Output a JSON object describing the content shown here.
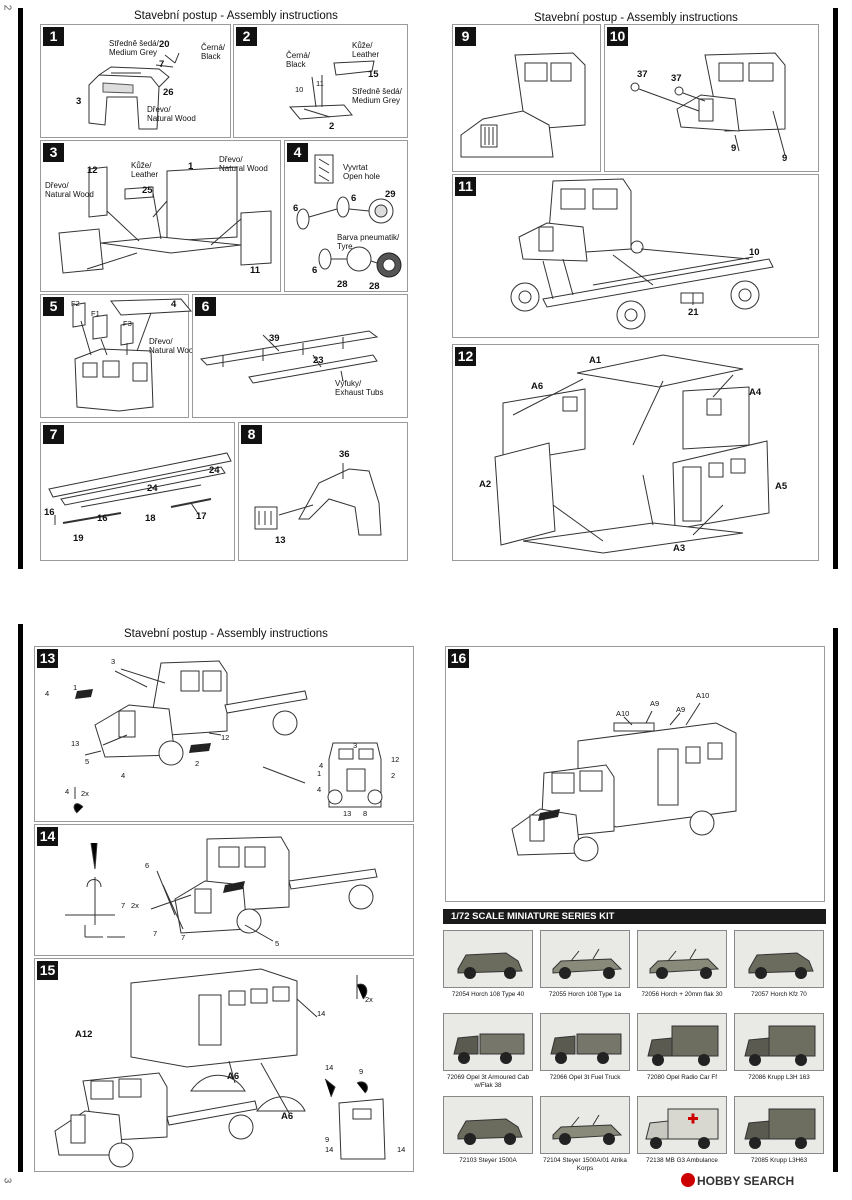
{
  "header": {
    "top_left_title": "Stavební postup - Assembly instructions",
    "top_right_title": "Stavební postup - Assembly instructions",
    "bottom_left_title": "Stavební postup - Assembly instructions"
  },
  "page_numbers": {
    "top": "2",
    "bottom": "3"
  },
  "steps": {
    "s1": {
      "number": "1",
      "labels": {
        "medium_grey": "Středně šedá/\nMedium Grey",
        "black": "Černá/\nBlack",
        "wood": "Dřevo/\nNatural Wood"
      },
      "parts": [
        "20",
        "7",
        "3",
        "26"
      ]
    },
    "s2": {
      "number": "2",
      "labels": {
        "black": "Černá/\nBlack",
        "leather": "Kůže/\nLeather",
        "medium_grey": "Středně šedá/\nMedium Grey"
      },
      "parts": [
        "10",
        "11",
        "15",
        "2"
      ]
    },
    "s3": {
      "number": "3",
      "labels": {
        "leather": "Kůže/\nLeather",
        "wood_left": "Dřevo/\nNatural Wood",
        "wood_right": "Dřevo/\nNatural Wood"
      },
      "parts": [
        "12",
        "25",
        "1",
        "11"
      ]
    },
    "s4": {
      "number": "4",
      "labels": {
        "open_hole": "Vyvrtat\nOpen hole",
        "tyre": "Barva pneumatik/\nTyre"
      },
      "parts": [
        "6",
        "6",
        "29",
        "6",
        "28",
        "28"
      ]
    },
    "s5": {
      "number": "5",
      "labels": {
        "wood": "Dřevo/\nNatural Wood"
      },
      "parts": [
        "F2",
        "F1",
        "F3",
        "4"
      ]
    },
    "s6": {
      "number": "6",
      "labels": {
        "exhaust": "Výfuky/\nExhaust Tubs"
      },
      "parts": [
        "39",
        "23"
      ]
    },
    "s7": {
      "number": "7",
      "parts": [
        "24",
        "24",
        "16",
        "16",
        "18",
        "17",
        "19"
      ]
    },
    "s8": {
      "number": "8",
      "parts": [
        "36",
        "13"
      ]
    },
    "s9": {
      "number": "9"
    },
    "s10": {
      "number": "10",
      "parts": [
        "37",
        "37",
        "9",
        "9"
      ]
    },
    "s11": {
      "number": "11",
      "parts": [
        "10",
        "21"
      ]
    },
    "s12": {
      "number": "12",
      "parts": [
        "A1",
        "A6",
        "A4",
        "A2",
        "A5",
        "A3"
      ]
    },
    "s13": {
      "number": "13",
      "parts": [
        "3",
        "1",
        "4",
        "13",
        "12",
        "2",
        "5",
        "4",
        "4",
        "4",
        "3",
        "1",
        "12",
        "2",
        "4",
        "13",
        "8"
      ],
      "notes": {
        "twice": "2x"
      }
    },
    "s14": {
      "number": "14",
      "parts": [
        "6",
        "7",
        "7",
        "7",
        "5"
      ],
      "notes": {
        "twice": "2x"
      }
    },
    "s15": {
      "number": "15",
      "parts": [
        "A12",
        "A6",
        "A6",
        "14",
        "14",
        "9",
        "9",
        "14",
        "14"
      ],
      "notes": {
        "twice": "2x"
      }
    },
    "s16": {
      "number": "16",
      "parts": [
        "A10",
        "A9",
        "A9",
        "A10"
      ]
    }
  },
  "series": {
    "heading": "1/72 SCALE MINIATURE SERIES KIT",
    "kits": [
      {
        "code": "72054 Horch 108 Type 40",
        "kind": "car"
      },
      {
        "code": "72055 Horch 108 Type 1a",
        "kind": "open-car"
      },
      {
        "code": "72056 Horch + 20mm flak 30",
        "kind": "open-car"
      },
      {
        "code": "72057 Horch Kfz 70",
        "kind": "car"
      },
      {
        "code": "72069 Opel 3t Armoured Cab\nw/Flak 38",
        "kind": "truck"
      },
      {
        "code": "72066 Opel 3t Fuel Truck",
        "kind": "truck"
      },
      {
        "code": "72080 Opel Radio Car Ff",
        "kind": "box"
      },
      {
        "code": "72086 Krupp L3H 163",
        "kind": "box"
      },
      {
        "code": "72103 Steyer 1500A",
        "kind": "car"
      },
      {
        "code": "72104 Steyer 1500A/01 Atrika\nKorps",
        "kind": "open-car"
      },
      {
        "code": "72138 MB G3 Ambulance",
        "kind": "ambulance"
      },
      {
        "code": "72085 Krupp L3H63",
        "kind": "box"
      }
    ]
  },
  "watermark": {
    "text": "HOBBY SEARCH"
  }
}
